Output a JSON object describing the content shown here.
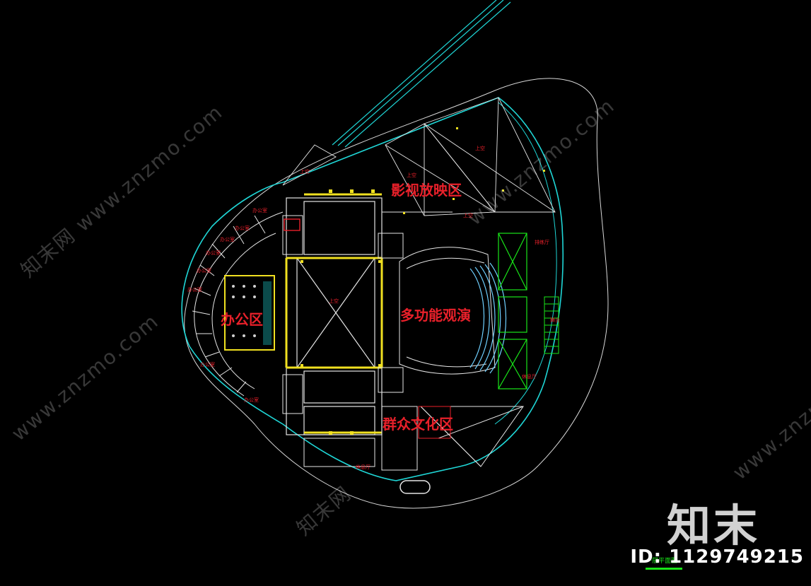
{
  "zones": {
    "cinema": "影视放映区",
    "office": "办公区",
    "theater": "多功能观演",
    "culture": "群众文化区"
  },
  "room_labels": [
    "办公室",
    "办公室",
    "办公室",
    "办公室",
    "办公室",
    "办公室",
    "办公室",
    "办公室",
    "上空",
    "上空",
    "上空",
    "上空",
    "上空",
    "排练厅",
    "休息厅",
    "休息厅",
    "舞台"
  ],
  "watermark": {
    "site": "www.znzmo.com",
    "brand_cn": "知末网"
  },
  "brand_mark": "知末",
  "id_text": "ID: 1129749215",
  "drawing_title": "一层平面图",
  "colors": {
    "background": "#000000",
    "outline_cyan": "#1fd6d6",
    "wall_white": "#ffffff",
    "wall_yellow": "#f0e020",
    "label_red": "#e8202a",
    "green": "#19e619"
  }
}
